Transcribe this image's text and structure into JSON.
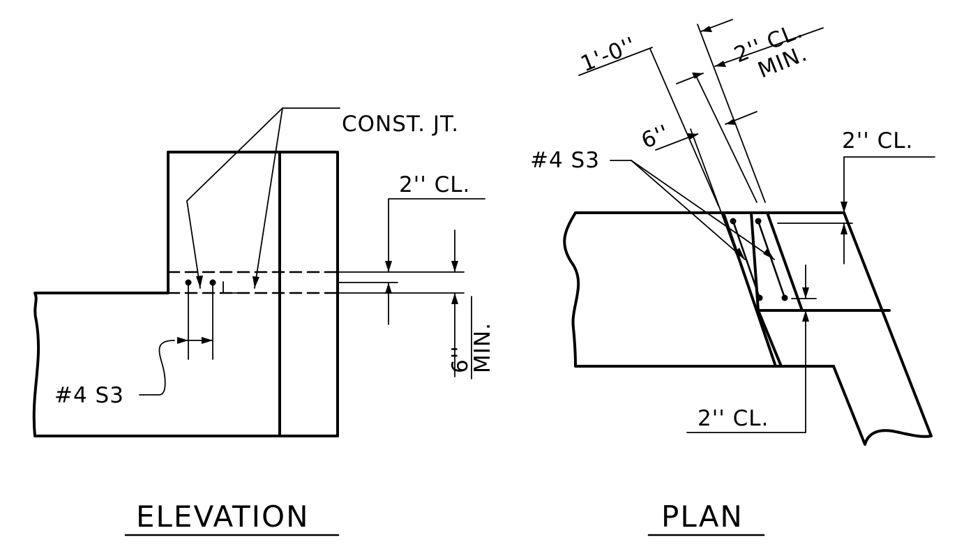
{
  "elevation": {
    "title": "ELEVATION",
    "const_jt": "CONST. JT.",
    "clear_top": "2'' CL.",
    "min_depth_value": "6''",
    "min_depth_suffix": "MIN.",
    "bar_mark": "#4 S3"
  },
  "plan": {
    "title": "PLAN",
    "bar_mark": "#4 S3",
    "width_dim": "1'-0''",
    "spacing_dim": "6''",
    "clear_min_value": "2'' CL.",
    "clear_min_suffix": "MIN.",
    "clear_right": "2'' CL.",
    "clear_bottom": "2'' CL."
  }
}
